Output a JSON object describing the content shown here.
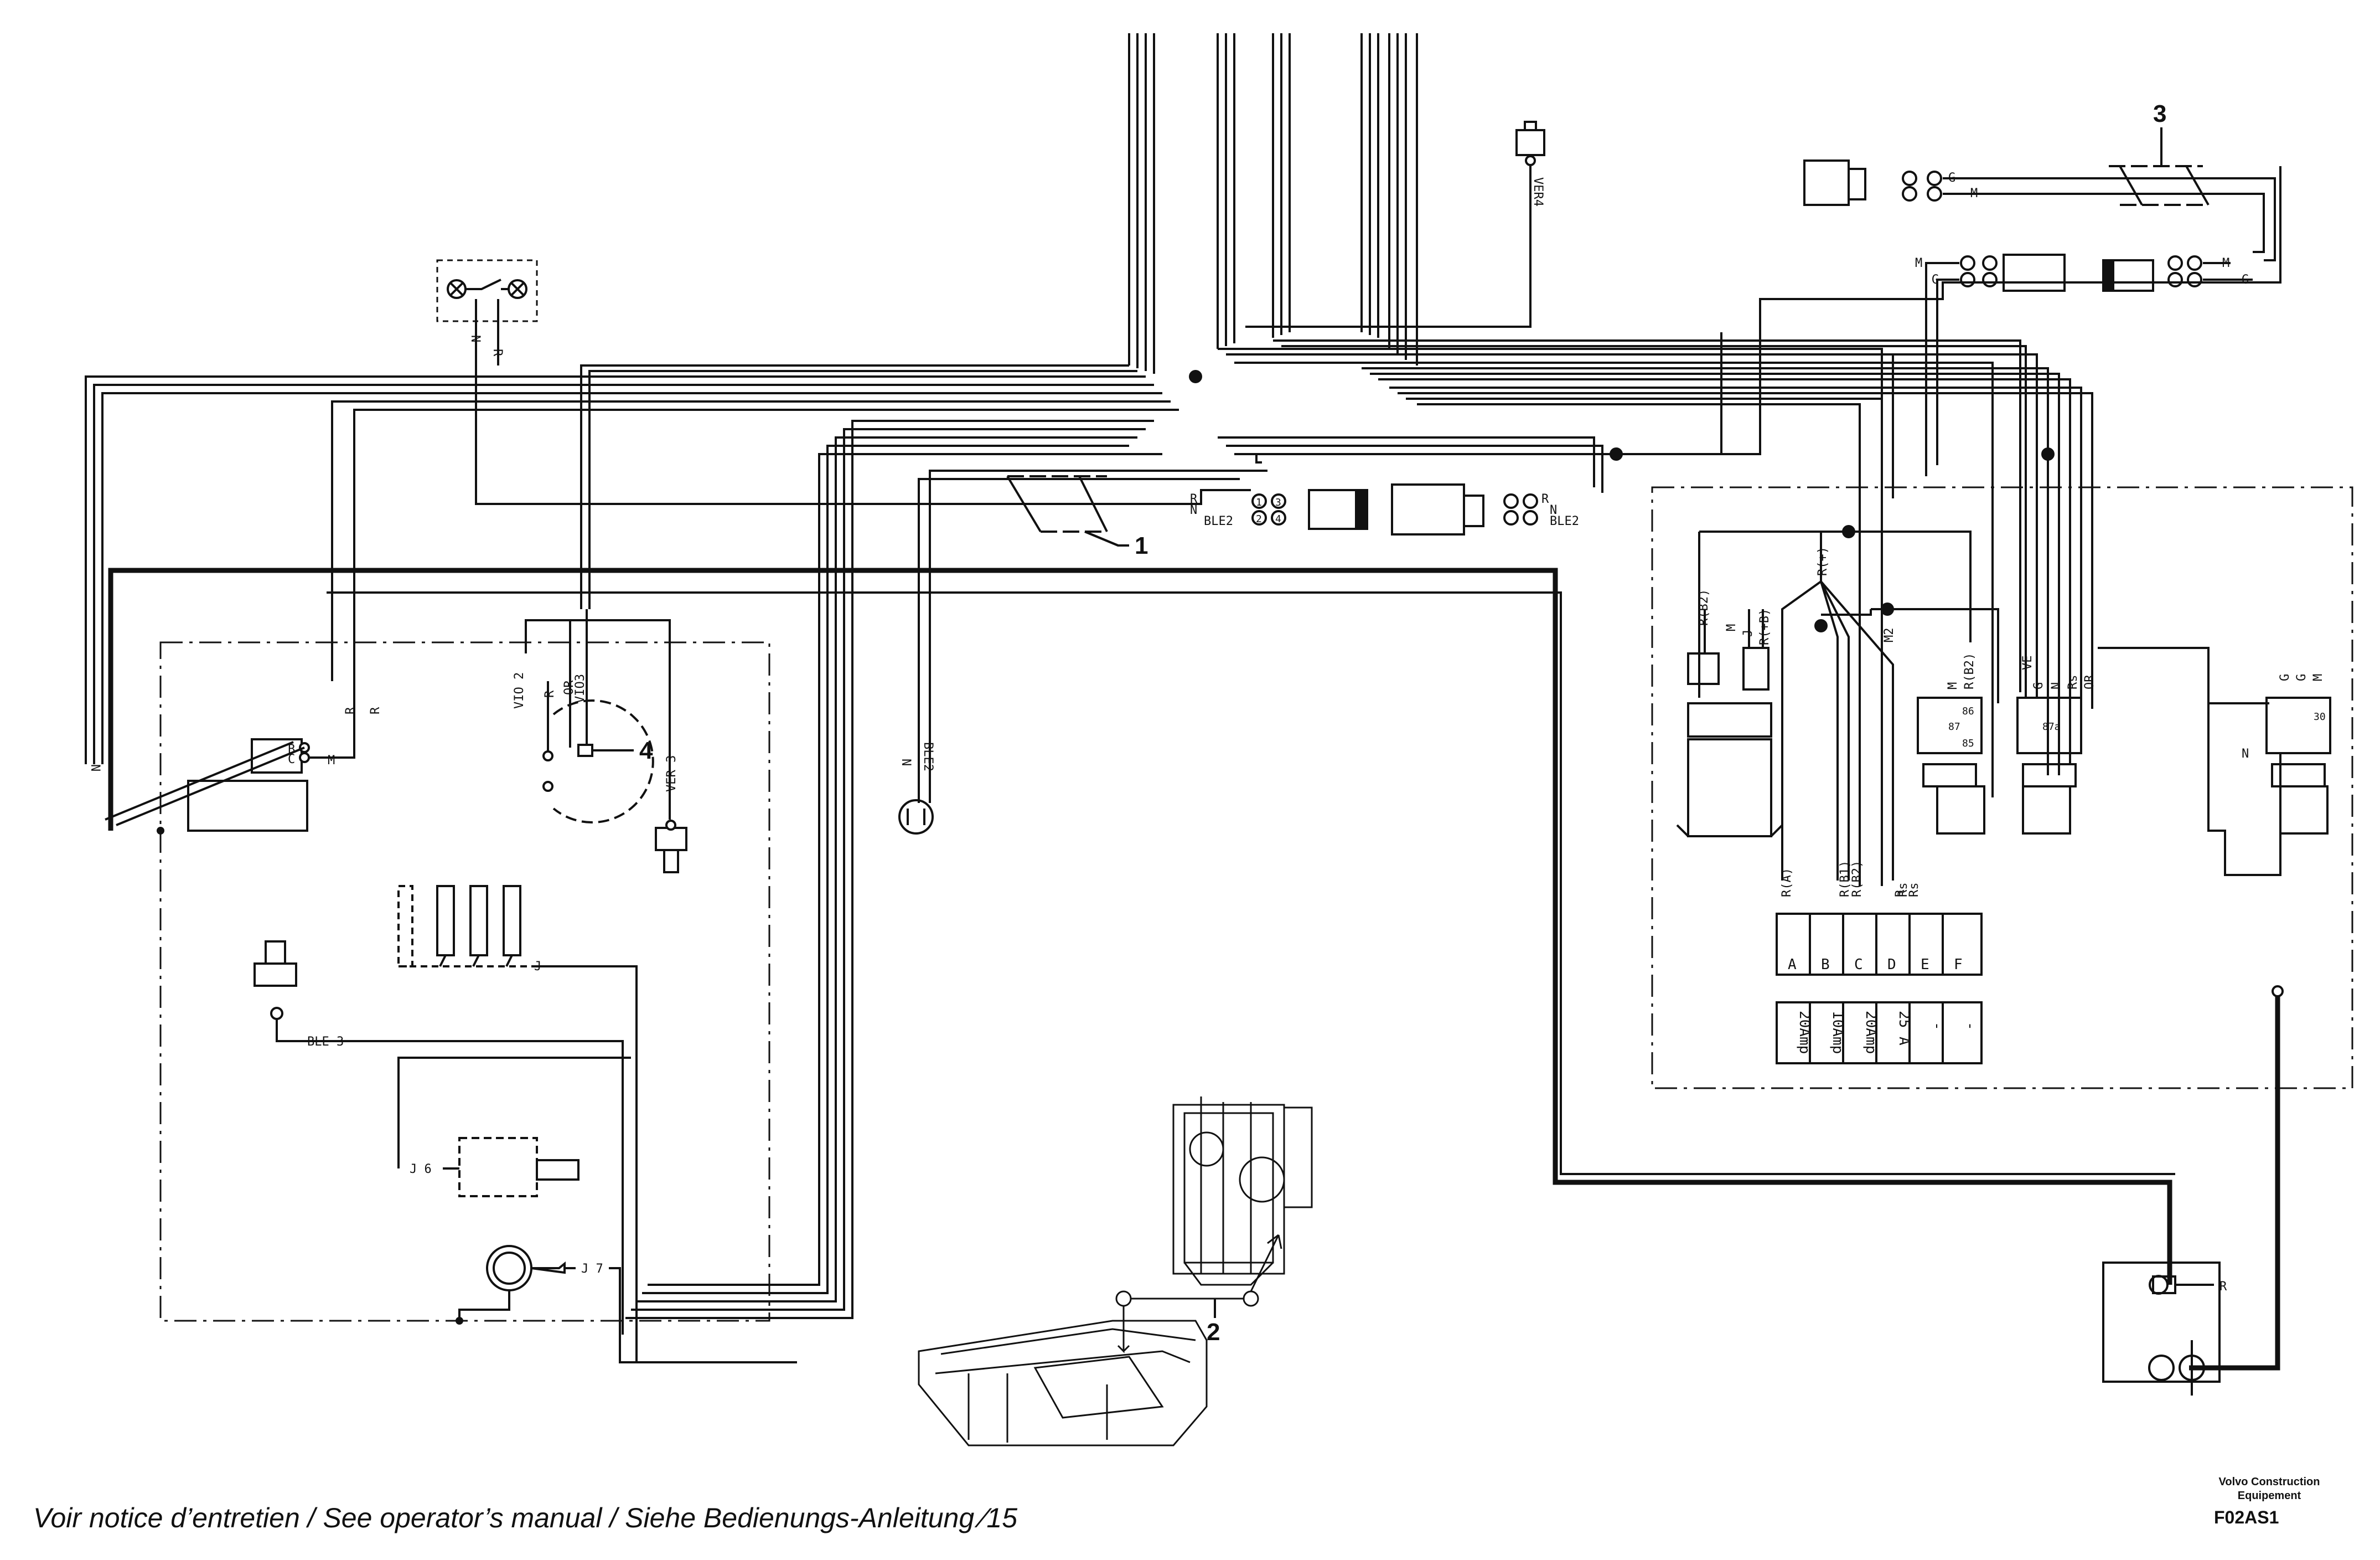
{
  "footer": {
    "manual_note": "Voir notice d’entretien / See operator’s manual / Siehe Bedienungs-Anleitung ⁄15",
    "brand_line1": "Volvo Construction",
    "brand_line2": "Equipement",
    "figure_code": "F02AS1"
  },
  "callouts": {
    "c1": "1",
    "c2": "2",
    "c3": "3",
    "c4": "4"
  },
  "wire_labels": {
    "ver4": "VER4",
    "vio2": "VIO 2",
    "vio3": "VIO3",
    "or": "OR",
    "ver3": "VER 3",
    "ble2": "BLE2",
    "ble3": "BLE 3",
    "j": "J",
    "j6": "J 6",
    "j7": "J 7",
    "r": "R",
    "n": "N",
    "m": "M",
    "g": "G",
    "b": "B",
    "c": "C",
    "rplus": "R(+)",
    "rb2": "R(B2)",
    "rb1": "R(B1)",
    "rplusb": "R(+B)",
    "ra": "R(A)",
    "ve": "VE",
    "rs": "Rs",
    "m2": "M2",
    "ble2_conn": "BLE2"
  },
  "relay_labels": {
    "r87": "87",
    "r87a": "87a",
    "r30": "30",
    "r85": "85",
    "r86": "86"
  },
  "pins": {
    "p1": "1",
    "p2": "2",
    "p3": "3",
    "p4": "4"
  },
  "fuses": {
    "letters": [
      "A",
      "B",
      "C",
      "D",
      "E",
      "F"
    ],
    "ratings": [
      "20Amp",
      "10Amp",
      "20Amp",
      "25 A",
      "-",
      "-"
    ]
  }
}
